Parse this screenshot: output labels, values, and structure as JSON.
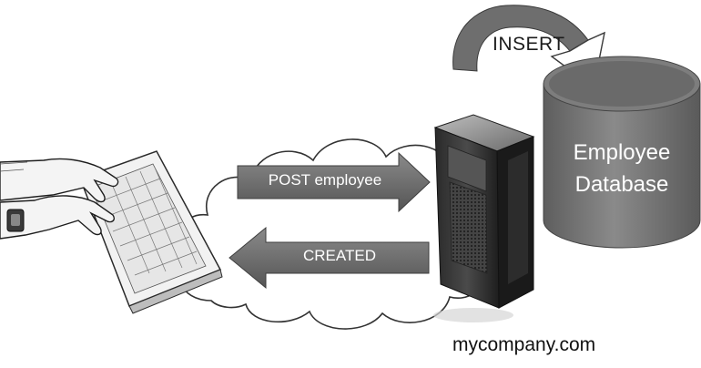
{
  "labels": {
    "insert": "INSERT",
    "database_line1": "Employee",
    "database_line2": "Database",
    "post": "POST employee",
    "created": "CREATED",
    "domain": "mycompany.com"
  },
  "colors": {
    "arrow_fill": "#6b6b6b",
    "database_fill": "#6f6f6f",
    "server_body": "#3a3a3a",
    "cloud_stroke": "#333333",
    "background": "#ffffff"
  },
  "icons": [
    "typing-hands-icon",
    "keyboard-icon",
    "server-tower-icon",
    "database-cylinder-icon",
    "cloud-icon",
    "curved-arrow-icon"
  ]
}
